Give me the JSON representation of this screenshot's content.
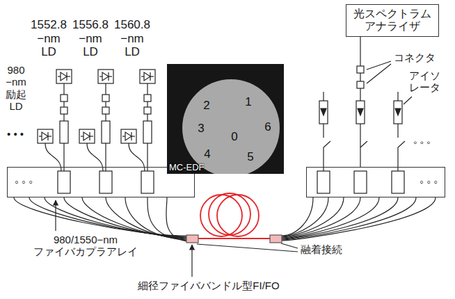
{
  "diagram": {
    "nodes": [
      {
        "text": [
          "光スペクトラム アナライザ"
        ]
      },
      {
        "text": [
          "◦ ◦ ◦"
        ]
      },
      {
        "text": [
          "2",
          "1",
          "3",
          "0",
          "6",
          "4",
          "5",
          "MC-EDF"
        ]
      },
      {
        "text": [
          "◦ ◦ ◦"
        ]
      }
    ],
    "edges": [
      {
        "from": 3,
        "to": 0,
        "arrow": "none"
      }
    ],
    "labels": [
      "1552.8 −nm LD",
      "1556.8 −nm LD",
      "1560.8 −nm LD",
      "コネクタ",
      "アイソレータ",
      "980 −nm 励起 LD",
      "• • •",
      "◦ ◦ ◦",
      "980/1550−nm ファイバカプラアレイ",
      "融着接続",
      "細径ファイババンドル型FI/FO"
    ]
  }
}
